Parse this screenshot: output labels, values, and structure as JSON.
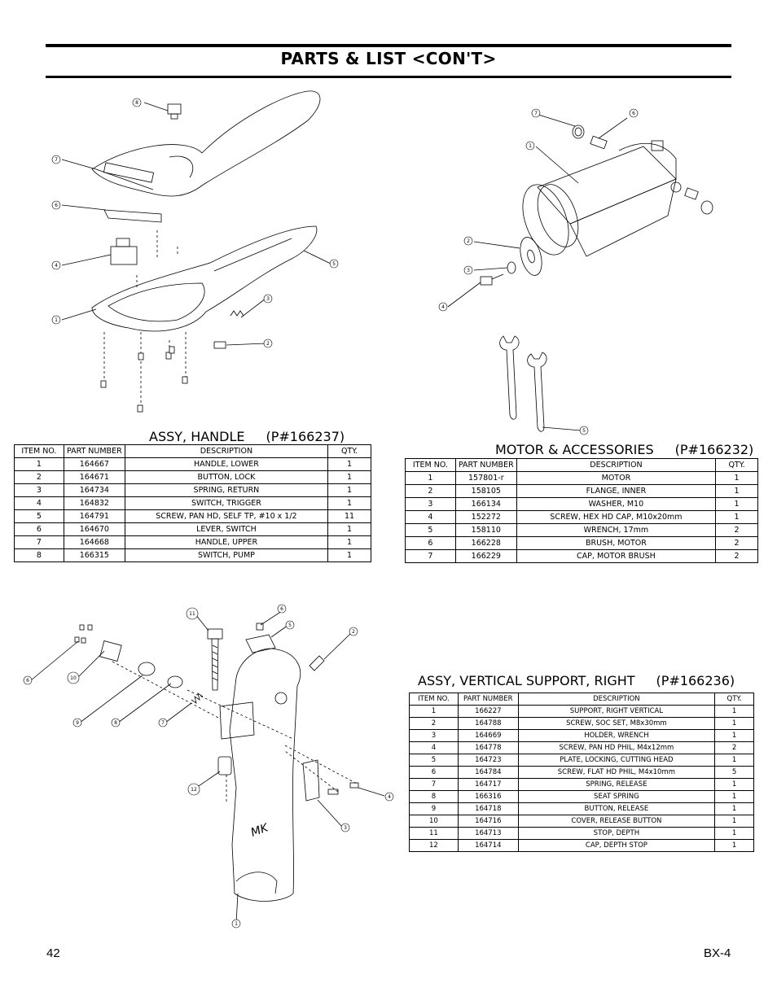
{
  "page": {
    "title": "PARTS & LIST <CON'T>",
    "page_number": "42",
    "model": "BX-4"
  },
  "handle": {
    "title": "ASSY, HANDLE",
    "part_number": "(P#166237)",
    "headers": [
      "ITEM NO.",
      "PART NUMBER",
      "DESCRIPTION",
      "QTY."
    ],
    "rows": [
      [
        "1",
        "164667",
        "HANDLE, LOWER",
        "1"
      ],
      [
        "2",
        "164671",
        "BUTTON, LOCK",
        "1"
      ],
      [
        "3",
        "164734",
        "SPRING, RETURN",
        "1"
      ],
      [
        "4",
        "164832",
        "SWITCH, TRIGGER",
        "1"
      ],
      [
        "5",
        "164791",
        "SCREW, PAN HD, SELF TP, #10 x 1/2",
        "11"
      ],
      [
        "6",
        "164670",
        "LEVER, SWITCH",
        "1"
      ],
      [
        "7",
        "164668",
        "HANDLE, UPPER",
        "1"
      ],
      [
        "8",
        "166315",
        "SWITCH, PUMP",
        "1"
      ]
    ],
    "callouts": [
      "8",
      "7",
      "6",
      "4",
      "1",
      "5",
      "3",
      "2"
    ]
  },
  "motor": {
    "title": "MOTOR  &  ACCESSORIES",
    "part_number": "(P#166232)",
    "headers": [
      "ITEM NO.",
      "PART NUMBER",
      "DESCRIPTION",
      "QTY."
    ],
    "rows": [
      [
        "1",
        "157801-r",
        "MOTOR",
        "1"
      ],
      [
        "2",
        "158105",
        "FLANGE, INNER",
        "1"
      ],
      [
        "3",
        "166134",
        "WASHER, M10",
        "1"
      ],
      [
        "4",
        "152272",
        "SCREW, HEX HD CAP, M10x20mm",
        "1"
      ],
      [
        "5",
        "158110",
        "WRENCH, 17mm",
        "2"
      ],
      [
        "6",
        "166228",
        "BRUSH, MOTOR",
        "2"
      ],
      [
        "7",
        "166229",
        "CAP,  MOTOR  BRUSH",
        "2"
      ]
    ],
    "callouts": [
      "7",
      "6",
      "1",
      "2",
      "3",
      "4",
      "5"
    ]
  },
  "support": {
    "title": "ASSY, VERTICAL SUPPORT, RIGHT",
    "part_number": "(P#166236)",
    "headers": [
      "ITEM NO.",
      "PART NUMBER",
      "DESCRIPTION",
      "QTY."
    ],
    "rows": [
      [
        "1",
        "166227",
        "SUPPORT, RIGHT VERTICAL",
        "1"
      ],
      [
        "2",
        "164788",
        "SCREW, SOC SET, M8x30mm",
        "1"
      ],
      [
        "3",
        "164669",
        "HOLDER, WRENCH",
        "1"
      ],
      [
        "4",
        "164778",
        "SCREW, PAN HD PHIL, M4x12mm",
        "2"
      ],
      [
        "5",
        "164723",
        "PLATE, LOCKING, CUTTING HEAD",
        "1"
      ],
      [
        "6",
        "164784",
        "SCREW, FLAT HD PHIL, M4x10mm",
        "5"
      ],
      [
        "7",
        "164717",
        "SPRING, RELEASE",
        "1"
      ],
      [
        "8",
        "166316",
        "SEAT SPRING",
        "1"
      ],
      [
        "9",
        "164718",
        "BUTTON, RELEASE",
        "1"
      ],
      [
        "10",
        "164716",
        "COVER, RELEASE BUTTON",
        "1"
      ],
      [
        "11",
        "164713",
        "STOP, DEPTH",
        "1"
      ],
      [
        "12",
        "164714",
        "CAP, DEPTH STOP",
        "1"
      ]
    ],
    "callouts": [
      "11",
      "6",
      "5",
      "2",
      "6",
      "10",
      "9",
      "8",
      "7",
      "12",
      "4",
      "3",
      "1"
    ],
    "logo_text": "MK"
  }
}
